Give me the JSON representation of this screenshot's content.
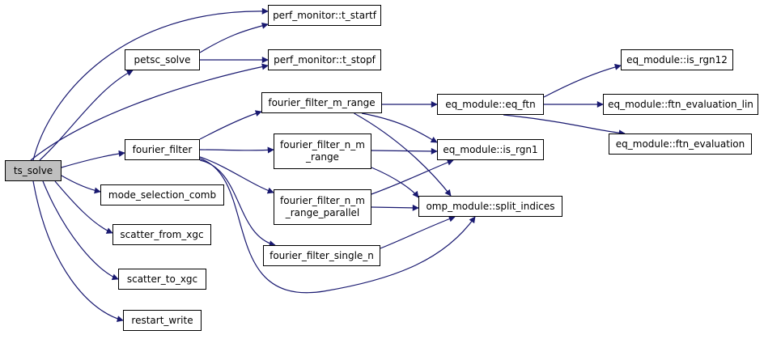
{
  "colors": {
    "edge": "#191970",
    "node_border": "#000000",
    "node_fill": "#ffffff",
    "root_fill": "#bfbfbf"
  },
  "nodes": {
    "ts_solve": {
      "lines": [
        "ts_solve"
      ]
    },
    "petsc_solve": {
      "lines": [
        "petsc_solve"
      ]
    },
    "fourier_filter": {
      "lines": [
        "fourier_filter"
      ]
    },
    "mode_selection_comb": {
      "lines": [
        "mode_selection_comb"
      ]
    },
    "scatter_from_xgc": {
      "lines": [
        "scatter_from_xgc"
      ]
    },
    "scatter_to_xgc": {
      "lines": [
        "scatter_to_xgc"
      ]
    },
    "restart_write": {
      "lines": [
        "restart_write"
      ]
    },
    "t_startf": {
      "lines": [
        "perf_monitor::t_startf"
      ]
    },
    "t_stopf": {
      "lines": [
        "perf_monitor::t_stopf"
      ]
    },
    "ff_m_range": {
      "lines": [
        "fourier_filter_m_range"
      ]
    },
    "ff_n_m_range": {
      "lines": [
        "fourier_filter_n_m",
        "_range"
      ]
    },
    "ff_n_m_range_parallel": {
      "lines": [
        "fourier_filter_n_m",
        "_range_parallel"
      ]
    },
    "ff_single_n": {
      "lines": [
        "fourier_filter_single_n"
      ]
    },
    "eq_ftn": {
      "lines": [
        "eq_module::eq_ftn"
      ]
    },
    "is_rgn1": {
      "lines": [
        "eq_module::is_rgn1"
      ]
    },
    "split_indices": {
      "lines": [
        "omp_module::split_indices"
      ]
    },
    "is_rgn12": {
      "lines": [
        "eq_module::is_rgn12"
      ]
    },
    "ftn_evaluation_lin": {
      "lines": [
        "eq_module::ftn_evaluation_lin"
      ]
    },
    "ftn_evaluation": {
      "lines": [
        "eq_module::ftn_evaluation"
      ]
    }
  },
  "edges": [
    [
      "ts_solve",
      "t_startf"
    ],
    [
      "ts_solve",
      "petsc_solve"
    ],
    [
      "ts_solve",
      "t_stopf"
    ],
    [
      "ts_solve",
      "fourier_filter"
    ],
    [
      "ts_solve",
      "mode_selection_comb"
    ],
    [
      "ts_solve",
      "scatter_from_xgc"
    ],
    [
      "ts_solve",
      "scatter_to_xgc"
    ],
    [
      "ts_solve",
      "restart_write"
    ],
    [
      "petsc_solve",
      "t_startf"
    ],
    [
      "petsc_solve",
      "t_stopf"
    ],
    [
      "fourier_filter",
      "ff_m_range"
    ],
    [
      "fourier_filter",
      "ff_n_m_range"
    ],
    [
      "fourier_filter",
      "ff_n_m_range_parallel"
    ],
    [
      "fourier_filter",
      "ff_single_n"
    ],
    [
      "fourier_filter",
      "split_indices"
    ],
    [
      "ff_m_range",
      "eq_ftn"
    ],
    [
      "ff_m_range",
      "is_rgn1"
    ],
    [
      "ff_m_range",
      "split_indices"
    ],
    [
      "ff_n_m_range",
      "is_rgn1"
    ],
    [
      "ff_n_m_range",
      "split_indices"
    ],
    [
      "ff_n_m_range_parallel",
      "is_rgn1"
    ],
    [
      "ff_n_m_range_parallel",
      "split_indices"
    ],
    [
      "ff_single_n",
      "split_indices"
    ],
    [
      "eq_ftn",
      "is_rgn12"
    ],
    [
      "eq_ftn",
      "ftn_evaluation_lin"
    ],
    [
      "eq_ftn",
      "ftn_evaluation"
    ]
  ]
}
